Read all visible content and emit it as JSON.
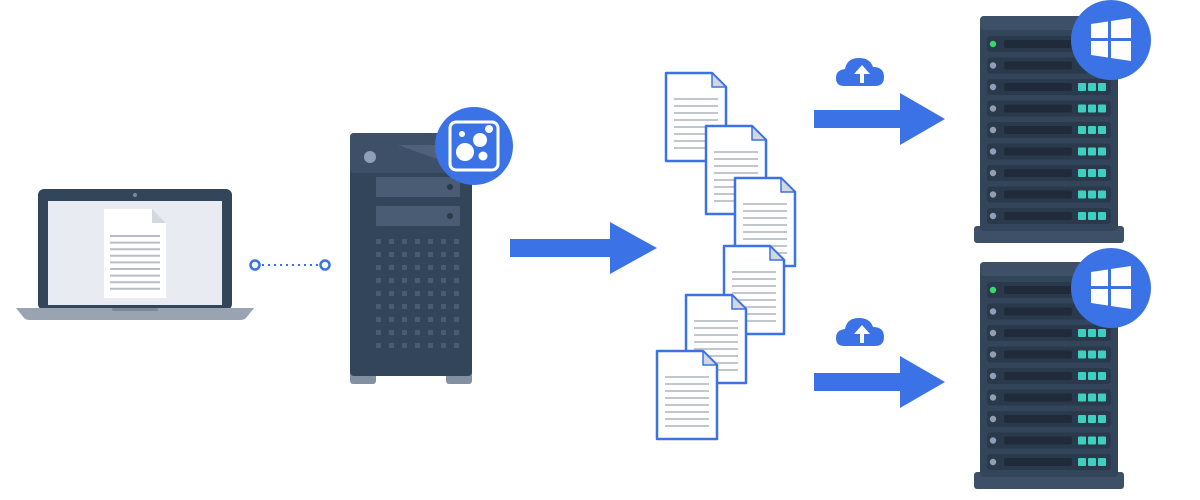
{
  "diagram": {
    "nodes": [
      {
        "id": "laptop",
        "icon": "laptop-icon"
      },
      {
        "id": "tower-server",
        "icon": "tower-server-icon",
        "badge_icon": "bubbles-app-icon"
      },
      {
        "id": "document-stack",
        "icon": "document-icon",
        "count": 6
      },
      {
        "id": "rack-server-top",
        "icon": "rack-server-icon",
        "badge_icon": "windows-logo-icon"
      },
      {
        "id": "rack-server-bottom",
        "icon": "rack-server-icon",
        "badge_icon": "windows-logo-icon"
      }
    ],
    "connections": [
      {
        "from": "laptop",
        "to": "tower-server",
        "style": "dotted-line",
        "icon": "dotted-link-icon"
      },
      {
        "from": "tower-server",
        "to": "document-stack",
        "style": "arrow",
        "icon": "arrow-right-icon"
      },
      {
        "from": "document-stack",
        "to": "rack-server-top",
        "style": "arrow",
        "icon": "arrow-right-icon",
        "annotation_icon": "cloud-upload-icon"
      },
      {
        "from": "document-stack",
        "to": "rack-server-bottom",
        "style": "arrow",
        "icon": "arrow-right-icon",
        "annotation_icon": "cloud-upload-icon"
      }
    ]
  },
  "colors": {
    "accent_blue": "#3b73e6",
    "dark_slate": "#33455b",
    "panel_slate": "#3e5068",
    "drive_dark": "#1f2b39",
    "teal_led": "#3fcfc0",
    "green_led": "#39d96b",
    "laptop_screen": "#e8ebf1",
    "laptop_base": "#9aa3b1",
    "paper": "#ffffff",
    "paper_line": "#b9bec6"
  }
}
